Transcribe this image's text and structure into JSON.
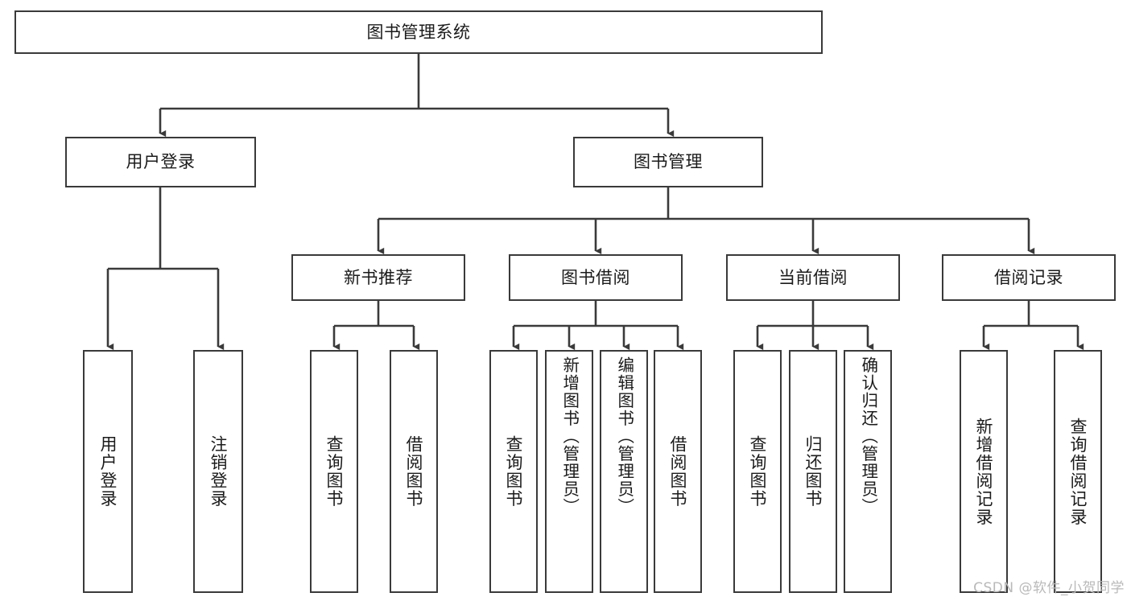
{
  "diagram": {
    "title": "图书管理系统",
    "type": "tree-hierarchy-diagram",
    "colors": {
      "stroke": "#3a3a3a",
      "fill": "#ffffff",
      "text": "#1b1b1b",
      "watermark": "#b9b9b9"
    },
    "root": {
      "label": "图书管理系统"
    },
    "level2": [
      {
        "label": "用户登录"
      },
      {
        "label": "图书管理"
      }
    ],
    "level3": [
      {
        "label": "新书推荐"
      },
      {
        "label": "图书借阅"
      },
      {
        "label": "当前借阅"
      },
      {
        "label": "借阅记录"
      }
    ],
    "leaves": {
      "user_login": [
        {
          "label": "用户登录"
        },
        {
          "label": "注销登录"
        }
      ],
      "new_book_recommend": [
        {
          "label": "查询图书"
        },
        {
          "label": "借阅图书"
        }
      ],
      "book_borrow": [
        {
          "label": "查询图书"
        },
        {
          "label": "新增图书（管理员）"
        },
        {
          "label": "编辑图书（管理员）"
        },
        {
          "label": "借阅图书"
        }
      ],
      "current_borrow": [
        {
          "label": "查询图书"
        },
        {
          "label": "归还图书"
        },
        {
          "label": "确认归还（管理员）"
        }
      ],
      "borrow_record": [
        {
          "label": "新增借阅记录"
        },
        {
          "label": "查询借阅记录"
        }
      ]
    }
  },
  "watermark": {
    "text": "CSDN @软件_小贺同学"
  }
}
